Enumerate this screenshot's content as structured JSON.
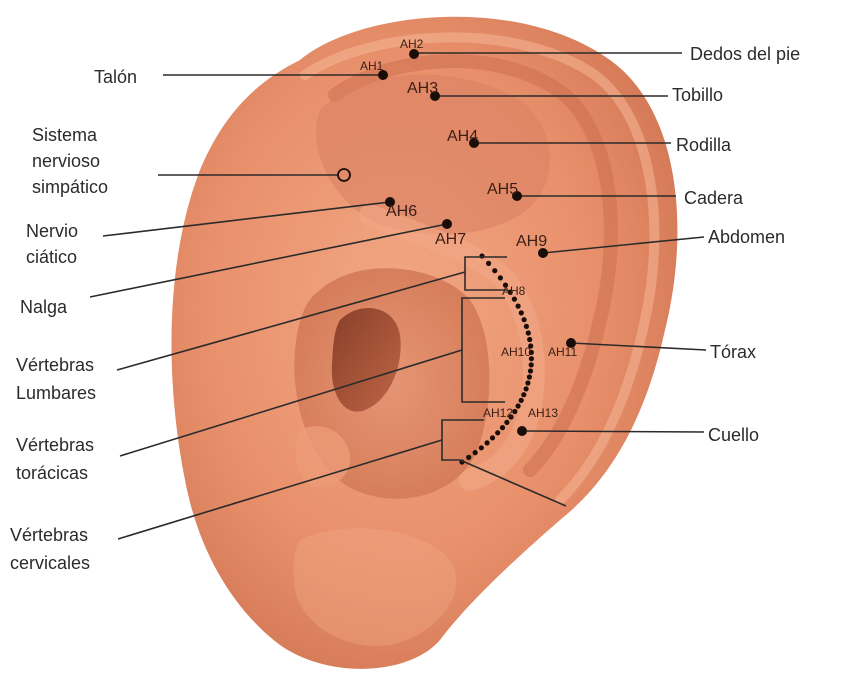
{
  "labels": {
    "dedos_del_pie": "Dedos del pie",
    "talon": "Talón",
    "tobillo": "Tobillo",
    "rodilla": "Rodilla",
    "sistema_line1": "Sistema",
    "sistema_line2": "nervioso",
    "sistema_line3": "simpático",
    "cadera": "Cadera",
    "nervio_line1": "Nervio",
    "nervio_line2": "ciático",
    "abdomen": "Abdomen",
    "nalga": "Nalga",
    "torax": "Tórax",
    "lumbares_line1": "Vértebras",
    "lumbares_line2": "Lumbares",
    "toracicas_line1": "Vértebras",
    "toracicas_line2": "torácicas",
    "cuello": "Cuello",
    "cervicales_line1": "Vértebras",
    "cervicales_line2": "cervicales"
  },
  "points": {
    "ah1": "AH1",
    "ah2": "AH2",
    "ah3": "AH3",
    "ah4": "AH4",
    "ah5": "AH5",
    "ah6": "AH6",
    "ah7": "AH7",
    "ah8": "AH8",
    "ah9": "AH9",
    "ah10": "AH10",
    "ah11": "AH11",
    "ah12": "AH12",
    "ah13": "AH13"
  },
  "colors": {
    "skin": "#e8906b",
    "skin_dark": "#c9684a",
    "skin_light": "#f3ad8a",
    "label_text": "#2b2b2b"
  }
}
